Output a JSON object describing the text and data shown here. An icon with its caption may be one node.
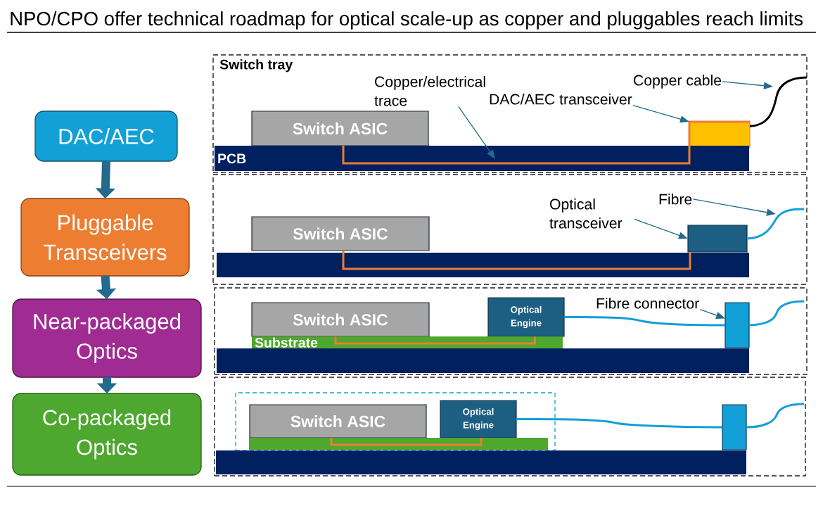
{
  "diagram": {
    "title": "NPO/CPO offer technical roadmap for optical scale-up as copper and pluggables reach limits",
    "nodes": [
      {
        "text": [
          "DAC/AEC"
        ]
      },
      {
        "text": [
          "Pluggable Transceivers"
        ]
      },
      {
        "text": [
          "Near-packaged Optics"
        ]
      },
      {
        "text": [
          "Co-packaged Optics"
        ]
      },
      {
        "text": [
          "Switch tray"
        ]
      },
      {
        "text": [
          "Copper/electrical trace"
        ],
        "in": 4
      },
      {
        "text": [
          "Copper cable"
        ],
        "in": 4
      },
      {
        "text": [
          "DAC/AEC transceiver"
        ],
        "in": 4
      },
      {
        "text": [
          "Switch ASIC"
        ],
        "in": 4
      },
      {
        "text": [],
        "shape": "box",
        "in": 4
      },
      {
        "text": [
          "PCB"
        ],
        "in": 4
      },
      {
        "text": [],
        "shape": "box"
      },
      {
        "text": [
          "Fibre"
        ],
        "in": 11
      },
      {
        "text": [
          "Optical transceiver"
        ],
        "in": 11
      },
      {
        "text": [
          "Switch ASIC"
        ],
        "in": 11
      },
      {
        "text": [],
        "shape": "box",
        "in": 11
      },
      {
        "text": [],
        "shape": "bar",
        "in": 11
      },
      {
        "text": [],
        "shape": "box"
      },
      {
        "text": [
          "Fibre connector"
        ],
        "in": 17
      },
      {
        "text": [
          "Switch ASIC"
        ],
        "in": 17
      },
      {
        "text": [
          "Optical Engine"
        ],
        "in": 17
      },
      {
        "text": [],
        "shape": "box",
        "in": 17
      },
      {
        "text": [
          "Substrate"
        ],
        "in": 17
      },
      {
        "text": [],
        "shape": "bar",
        "in": 17
      },
      {
        "text": [],
        "shape": "box"
      },
      {
        "text": [],
        "shape": "box",
        "in": 24
      },
      {
        "text": [
          "Switch ASIC"
        ],
        "in": 25
      },
      {
        "text": [
          "Optical Engine"
        ],
        "in": 25
      },
      {
        "text": [],
        "shape": "bar",
        "in": 25
      },
      {
        "text": [],
        "shape": "box",
        "in": 24
      },
      {
        "text": [],
        "shape": "bar",
        "in": 24
      }
    ],
    "edges": [
      {
        "from": 0,
        "to": 1,
        "arrow": "to",
        "style": "thick"
      },
      {
        "from": 1,
        "to": 2,
        "arrow": "to",
        "style": "thick"
      },
      {
        "from": 2,
        "to": 3,
        "arrow": "to",
        "style": "thick"
      },
      {
        "from": 5,
        "to": 10,
        "arrow": "to"
      },
      {
        "from": 7,
        "to": 9,
        "arrow": "to"
      },
      {
        "from": 6,
        "to": null,
        "arrow": "to"
      },
      {
        "from": 9,
        "to": null,
        "arrow": "none",
        "color": "#000000"
      },
      {
        "from": 13,
        "to": 15,
        "arrow": "to"
      },
      {
        "from": 12,
        "to": null,
        "arrow": "to"
      },
      {
        "from": 15,
        "to": null,
        "arrow": "none",
        "color": "#12a0d7"
      },
      {
        "from": 18,
        "to": 21,
        "arrow": "to"
      },
      {
        "from": 20,
        "to": 21,
        "arrow": "none",
        "color": "#12a0d7"
      },
      {
        "from": 21,
        "to": null,
        "arrow": "none",
        "color": "#12a0d7"
      },
      {
        "from": 27,
        "to": 29,
        "arrow": "none",
        "color": "#12a0d7"
      },
      {
        "from": 29,
        "to": null,
        "arrow": "none",
        "color": "#12a0d7"
      }
    ]
  }
}
